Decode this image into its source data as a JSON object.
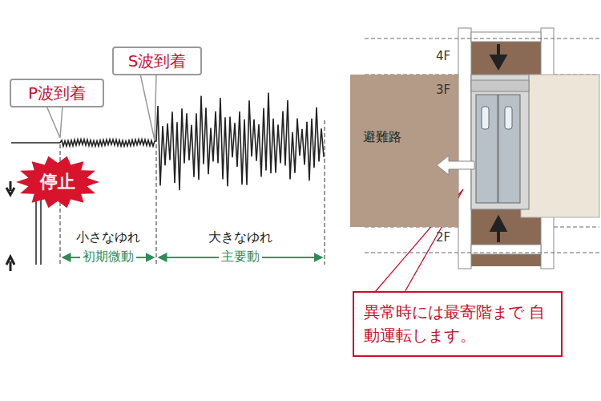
{
  "diagram": {
    "nodes": [
      {
        "text": [
          "P波到着"
        ]
      },
      {
        "text": [
          "S波到着"
        ]
      },
      {
        "text": [
          "停止"
        ]
      },
      {
        "text": [
          "避難路"
        ]
      },
      {
        "text": [
          "異常時には最寄階まで 自動運転します。"
        ]
      }
    ],
    "labels": [
      "小さなゆれ",
      "初期微動",
      "大きなゆれ",
      "主要動",
      "4F",
      "3F",
      "2F"
    ]
  }
}
